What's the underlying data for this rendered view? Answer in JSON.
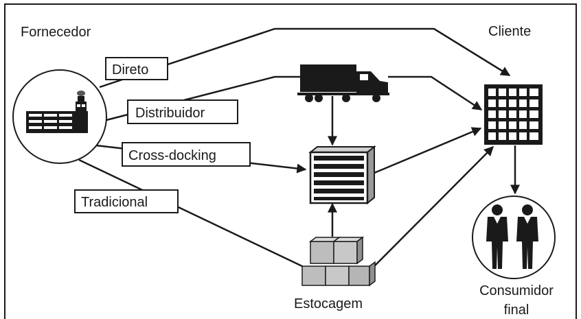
{
  "labels": {
    "supplier": "Fornecedor",
    "client": "Cliente",
    "storage": "Estocagem",
    "consumer_line1": "Consumidor",
    "consumer_line2": "final"
  },
  "routes": {
    "direct": "Direto",
    "distributor": "Distribuidor",
    "cross_docking": "Cross-docking",
    "traditional": "Tradicional"
  },
  "icons": [
    "factory-icon",
    "truck-icon",
    "warehouse-icon",
    "boxes-icon",
    "building-icon",
    "people-icon"
  ],
  "colors": {
    "ink": "#1a1a1a",
    "paper": "#ffffff",
    "gray": "#a8a8a8"
  }
}
